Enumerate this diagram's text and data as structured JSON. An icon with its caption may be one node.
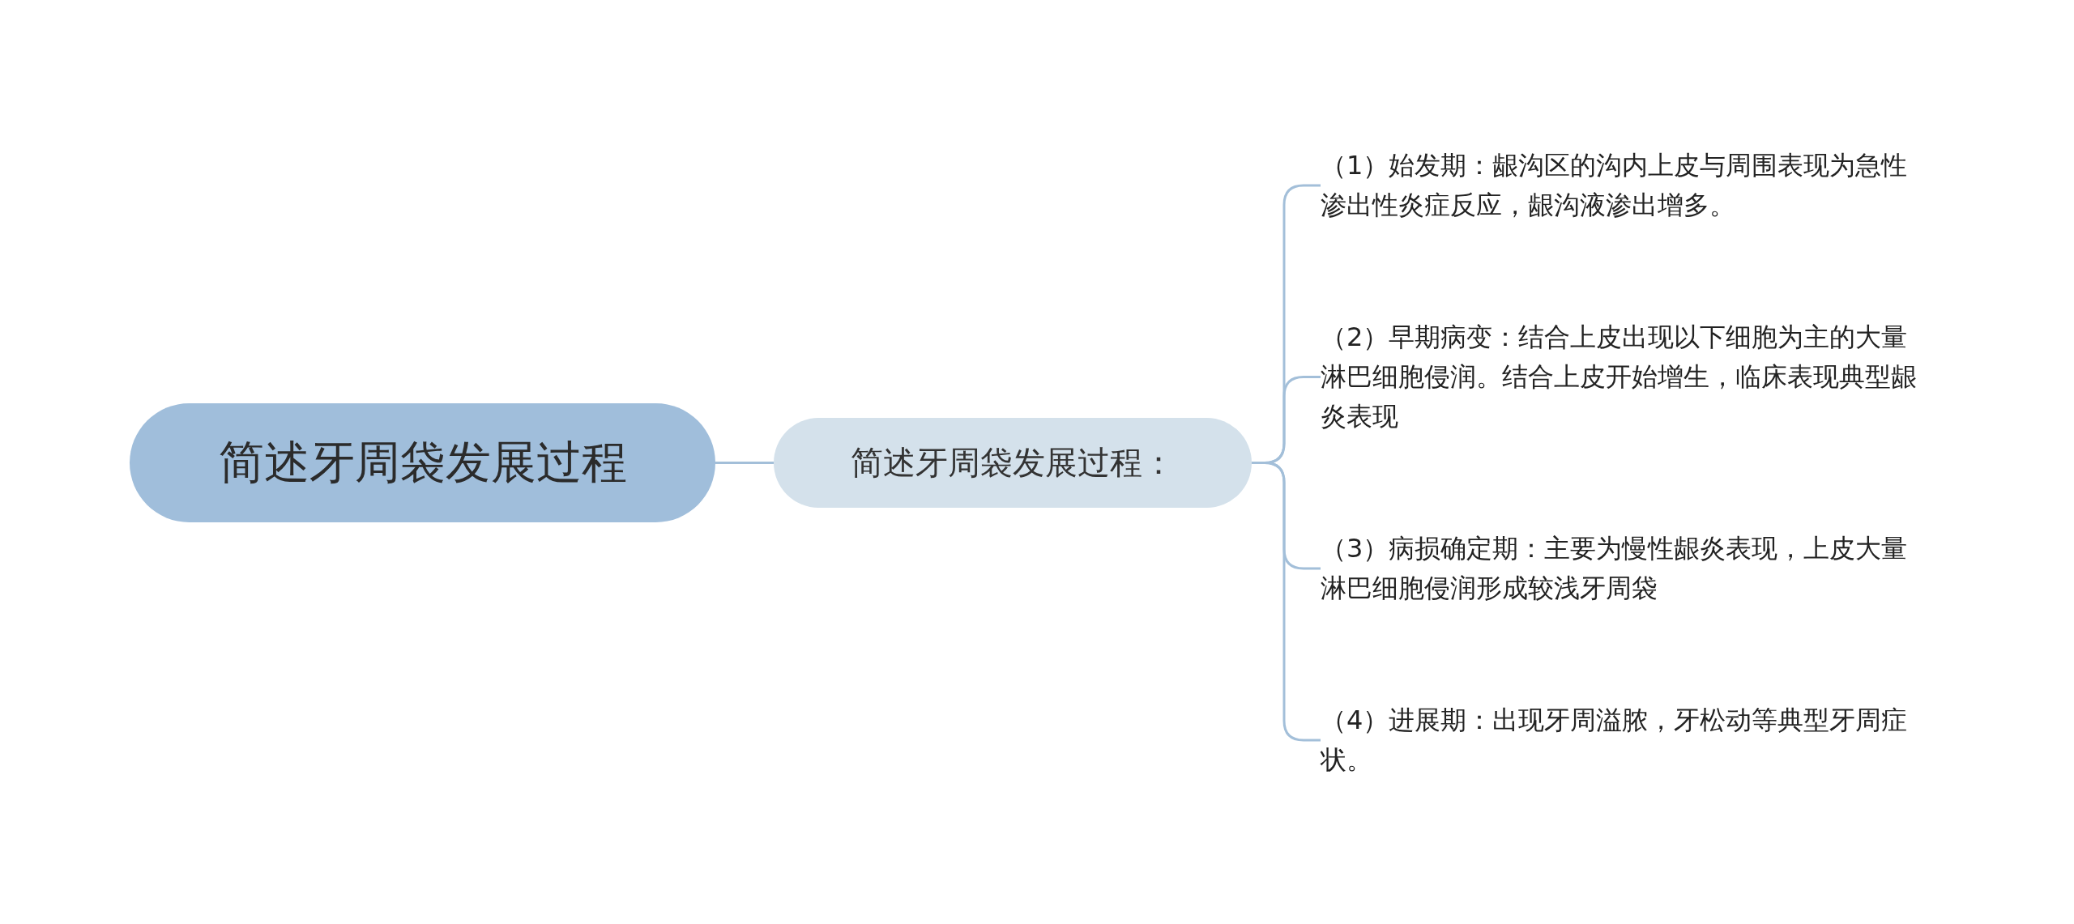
{
  "diagram": {
    "nodes": [
      {
        "text": [
          "简述牙周袋发展过程"
        ]
      },
      {
        "text": [
          "简述牙周袋发展过程："
        ]
      },
      {
        "text": [
          "（1）始发期：龈沟区的沟内上皮与周围表现为急性渗出性炎症反应，龈沟液渗出增多。"
        ]
      },
      {
        "text": [
          "（2）早期病变：结合上皮出现以下细胞为主的大量淋巴细胞侵润。结合上皮开始增生，临床表现典型龈炎表现"
        ]
      },
      {
        "text": [
          "（3）病损确定期：主要为慢性龈炎表现，上皮大量淋巴细胞侵润形成较浅牙周袋"
        ]
      },
      {
        "text": [
          "（4）进展期：出现牙周溢脓，牙松动等典型牙周症状。"
        ]
      }
    ],
    "edges": [
      {
        "from": 0,
        "to": 1,
        "arrow": "none"
      },
      {
        "from": 1,
        "to": 2,
        "arrow": "none"
      },
      {
        "from": 1,
        "to": 3,
        "arrow": "none"
      },
      {
        "from": 1,
        "to": 4,
        "arrow": "none"
      },
      {
        "from": 1,
        "to": 5,
        "arrow": "none"
      }
    ]
  }
}
